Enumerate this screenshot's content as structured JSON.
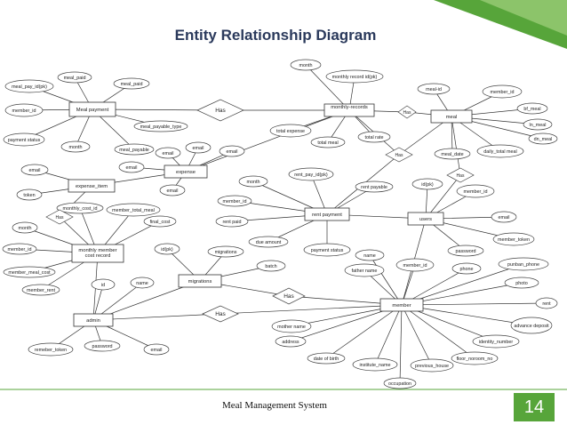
{
  "slide": {
    "title": "Entity Relationship Diagram",
    "footer": "Meal Management System",
    "page_number": "14",
    "accent_color": "#57a53a"
  },
  "diagram": {
    "entities": [
      {
        "id": "meal_payment",
        "label": "Meal payment"
      },
      {
        "id": "monthly_records",
        "label": "monthly-records"
      },
      {
        "id": "meal",
        "label": "meal"
      },
      {
        "id": "expense",
        "label": "expense"
      },
      {
        "id": "expense_item",
        "label": "expense_item"
      },
      {
        "id": "rent_payment",
        "label": "rent payment"
      },
      {
        "id": "users",
        "label": "users"
      },
      {
        "id": "monthly_member_cost_record",
        "label": "monthly member cost record"
      },
      {
        "id": "migrations",
        "label": "migrations"
      },
      {
        "id": "admin",
        "label": "admin"
      },
      {
        "id": "member",
        "label": "member"
      }
    ],
    "relationships": [
      {
        "id": "r1",
        "label": "Has"
      },
      {
        "id": "r2",
        "label": "Has"
      },
      {
        "id": "r3",
        "label": "Has"
      },
      {
        "id": "r4",
        "label": "Has"
      },
      {
        "id": "r5",
        "label": "Has"
      },
      {
        "id": "r6",
        "label": "Has"
      },
      {
        "id": "r7",
        "label": "Has"
      }
    ],
    "attributes": [
      {
        "id": "a1",
        "label": "meal_pay_id(pk)"
      },
      {
        "id": "a2",
        "label": "meal_paid"
      },
      {
        "id": "a3",
        "label": "meal_paid"
      },
      {
        "id": "a4",
        "label": "member_id"
      },
      {
        "id": "a5",
        "label": "meal_payable_type"
      },
      {
        "id": "a6",
        "label": "payment status"
      },
      {
        "id": "a7",
        "label": "month"
      },
      {
        "id": "a8",
        "label": "meal_payable"
      },
      {
        "id": "a9",
        "label": "month"
      },
      {
        "id": "a10",
        "label": "monthly record id(pk)"
      },
      {
        "id": "a11",
        "label": "total expense"
      },
      {
        "id": "a12",
        "label": "total meal"
      },
      {
        "id": "a13",
        "label": "total rate"
      },
      {
        "id": "a14",
        "label": "meal-id"
      },
      {
        "id": "a15",
        "label": "member_id"
      },
      {
        "id": "a16",
        "label": "bf_meal"
      },
      {
        "id": "a17",
        "label": "ln_meal"
      },
      {
        "id": "a18",
        "label": "dn_meal"
      },
      {
        "id": "a19",
        "label": "meal_date"
      },
      {
        "id": "a20",
        "label": "daily_total meal"
      },
      {
        "id": "a21",
        "label": "email"
      },
      {
        "id": "a22",
        "label": "email"
      },
      {
        "id": "a23",
        "label": "email"
      },
      {
        "id": "a24",
        "label": "email"
      },
      {
        "id": "a25",
        "label": "email"
      },
      {
        "id": "a26",
        "label": "email"
      },
      {
        "id": "a27",
        "label": "token"
      },
      {
        "id": "a28",
        "label": "monthly_cost_id"
      },
      {
        "id": "a29",
        "label": "member_total_meal"
      },
      {
        "id": "a30",
        "label": "final_cost"
      },
      {
        "id": "a31",
        "label": "month"
      },
      {
        "id": "a32",
        "label": "member_id"
      },
      {
        "id": "a33",
        "label": "member_meal_cost"
      },
      {
        "id": "a34",
        "label": "member_rent"
      },
      {
        "id": "a35",
        "label": "rent_pay_id(pk)"
      },
      {
        "id": "a36",
        "label": "month"
      },
      {
        "id": "a37",
        "label": "member_id"
      },
      {
        "id": "a38",
        "label": "rent payable"
      },
      {
        "id": "a39",
        "label": "rent paid"
      },
      {
        "id": "a40",
        "label": "due amount"
      },
      {
        "id": "a41",
        "label": "payment status"
      },
      {
        "id": "a42",
        "label": "id(pk)"
      },
      {
        "id": "a43",
        "label": "member_id"
      },
      {
        "id": "a44",
        "label": "email"
      },
      {
        "id": "a45",
        "label": "member_token"
      },
      {
        "id": "a46",
        "label": "password"
      },
      {
        "id": "a47",
        "label": "id(pk)"
      },
      {
        "id": "a48",
        "label": "migrations"
      },
      {
        "id": "a49",
        "label": "batch"
      },
      {
        "id": "a50",
        "label": "id"
      },
      {
        "id": "a51",
        "label": "name"
      },
      {
        "id": "a52",
        "label": "remeber_token"
      },
      {
        "id": "a53",
        "label": "password"
      },
      {
        "id": "a54",
        "label": "email"
      },
      {
        "id": "a55",
        "label": "name"
      },
      {
        "id": "a56",
        "label": "father name"
      },
      {
        "id": "a57",
        "label": "member_id"
      },
      {
        "id": "a58",
        "label": "phone"
      },
      {
        "id": "a59",
        "label": "punban_phone"
      },
      {
        "id": "a60",
        "label": "photo"
      },
      {
        "id": "a61",
        "label": "rent"
      },
      {
        "id": "a62",
        "label": "advance deposit"
      },
      {
        "id": "a63",
        "label": "identity_number"
      },
      {
        "id": "a64",
        "label": "floor_noroom_no"
      },
      {
        "id": "a65",
        "label": "previous_house"
      },
      {
        "id": "a66",
        "label": "occupation"
      },
      {
        "id": "a67",
        "label": "institute_name"
      },
      {
        "id": "a68",
        "label": "date of birth"
      },
      {
        "id": "a69",
        "label": "address"
      },
      {
        "id": "a70",
        "label": "mother name"
      }
    ]
  }
}
